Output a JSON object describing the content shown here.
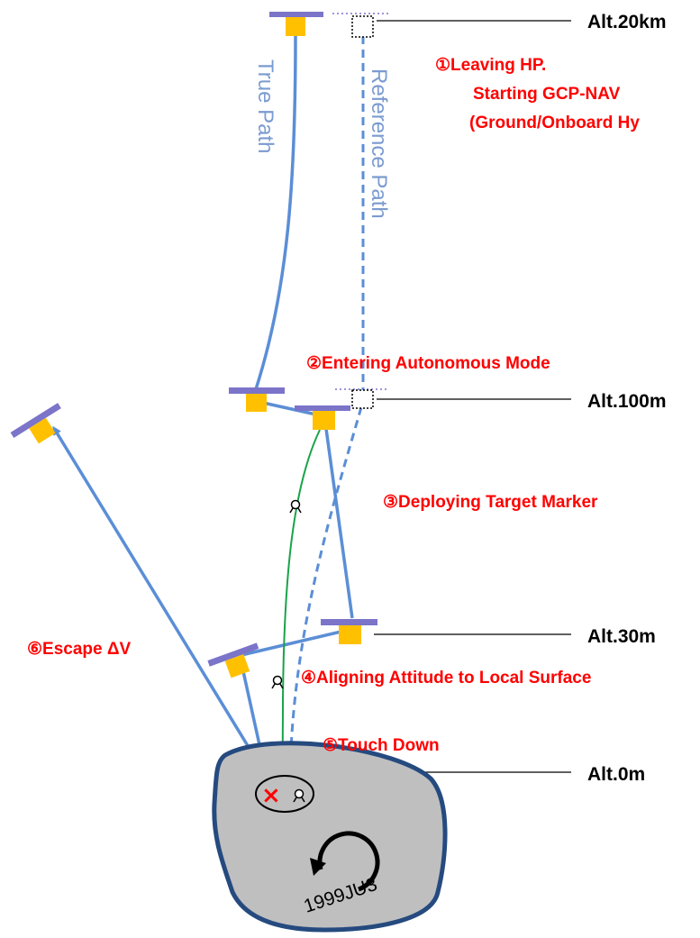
{
  "colors": {
    "path_blue": "#5b8ed6",
    "panel_purple": "#7b74c9",
    "box_yellow": "#ffc000",
    "step_red": "#ff0000",
    "trajectory_green": "#1aa34a",
    "asteroid_fill": "#bfbfbf",
    "asteroid_stroke": "#254a7f",
    "label_blue": "#7b9bd0"
  },
  "path_labels": {
    "true_path": "True Path",
    "reference_path": "Reference Path"
  },
  "altitudes": [
    {
      "label": "Alt.20km"
    },
    {
      "label": "Alt.100m"
    },
    {
      "label": "Alt.30m"
    },
    {
      "label": "Alt.0m"
    }
  ],
  "steps": {
    "s1_line1": "①Leaving HP.",
    "s1_line2": "Starting GCP-NAV",
    "s1_line3": "(Ground/Onboard Hy",
    "s2": "②Entering Autonomous Mode",
    "s3": "③Deploying Target Marker",
    "s4": "④Aligning Attitude to Local Surface",
    "s5": "⑤Touch Down",
    "s6": "⑥Escape ΔV"
  },
  "asteroid": {
    "name": "1999JU3",
    "landing_mark": "×"
  },
  "icons": {
    "rotation": "rotation-arrow-icon",
    "marker": "target-marker-icon",
    "spacecraft": "spacecraft-icon"
  }
}
